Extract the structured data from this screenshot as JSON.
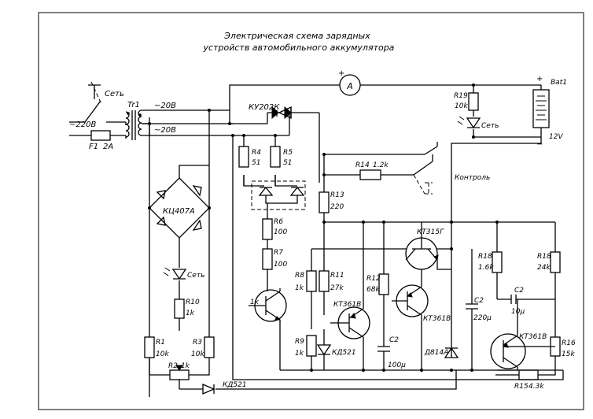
{
  "title": {
    "line1": "Электрическая схема зарядных",
    "line2": "устройств автомобильного аккумулятора"
  },
  "labels": {
    "mains_switch": "Сеть",
    "mains_voltage": "~220В",
    "fuse": "F1",
    "fuse_rating": "2А",
    "transformer": "Tr1",
    "secondary_upper": "~20В",
    "secondary_lower": "~20В",
    "ammeter": "A",
    "ammeter_plus": "+",
    "thyristors": "КУ202К",
    "battery": "Bat1",
    "battery_voltage": "12V",
    "battery_plus": "+",
    "battery_minus": "−",
    "led_power_top": "Сеть",
    "led_power_left": "Сеть",
    "control_switch": "Контроль",
    "bridge": "КЦ407А",
    "diode_kd521_a": "КД521",
    "diode_kd521_b": "КД521",
    "zener": "Д814А",
    "t1": "1k",
    "t2": "КТ361В",
    "t3": "КТ315Г",
    "t4": "КТ361В",
    "t5": "КТ361В",
    "r1": "R1",
    "r1v": "10k",
    "r2": "R2",
    "r2v": "1k",
    "r3": "R3",
    "r3v": "10k",
    "r4": "R4",
    "r4v": "51",
    "r5": "R5",
    "r5v": "51",
    "r6": "R6",
    "r6v": "100",
    "r7": "R7",
    "r7v": "100",
    "r8": "R8",
    "r8v": "1k",
    "r9": "R9",
    "r9v": "1k",
    "r10": "R10",
    "r10v": "1k",
    "r11": "R11",
    "r11v": "27k",
    "r12": "R12",
    "r12v": "68k",
    "r13": "R13",
    "r13v": "220",
    "r14": "R14",
    "r14v": "1.2k",
    "r15": "R15",
    "r15v": "4.3k",
    "r16": "R16",
    "r16v": "15k",
    "r18a": "R18",
    "r18av": "1.6k",
    "r18b": "R18",
    "r18bv": "24k",
    "r19": "R19",
    "r19v": "10k",
    "c2a": "C2",
    "c2av": "100μ",
    "c2b": "C2",
    "c2bv": "220μ",
    "c2c": "C2",
    "c2cv": "10μ"
  }
}
